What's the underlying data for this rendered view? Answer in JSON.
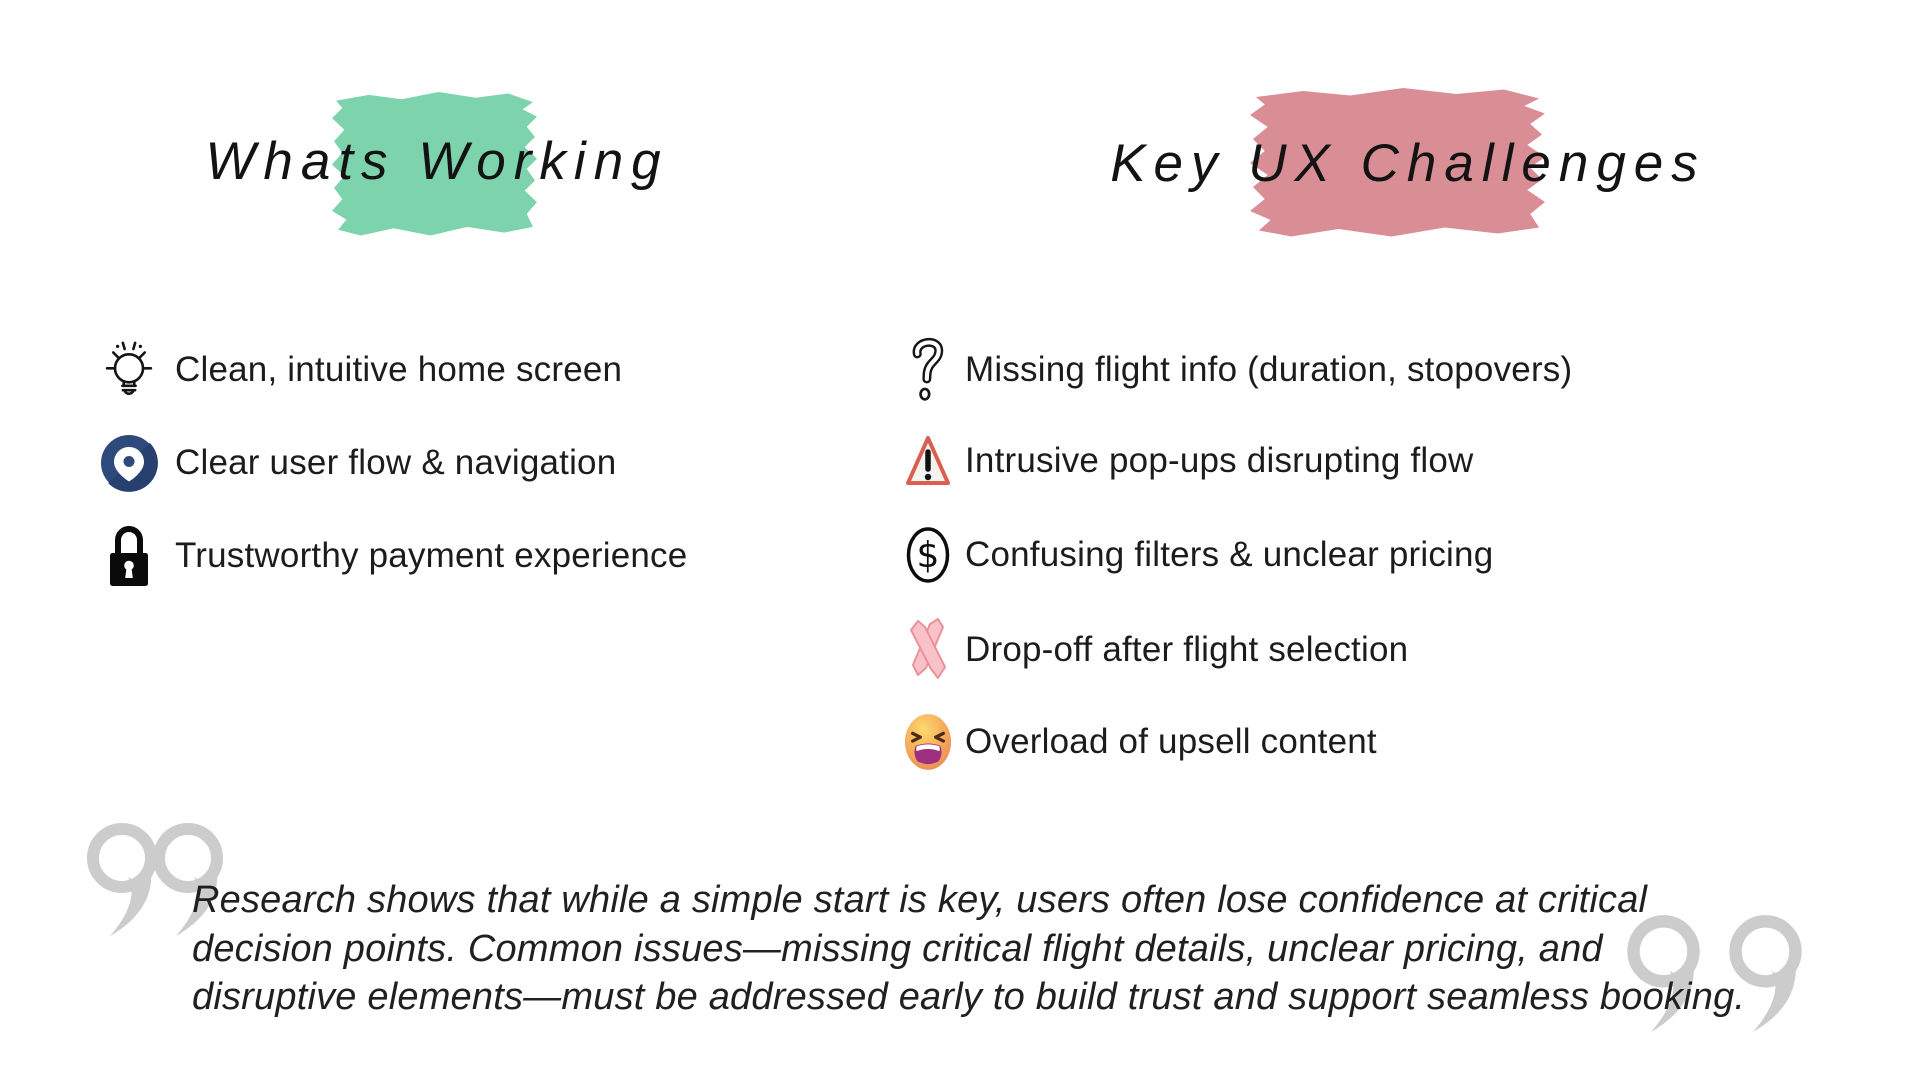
{
  "colors": {
    "highlight_green": "#7dd3ac",
    "highlight_pink": "#d98e95",
    "pin_blue": "#2e4a7c",
    "warning_red": "#d9604f",
    "cross_pink": "#f9c2c8",
    "quote_gray": "#cccccc"
  },
  "columns": {
    "left": {
      "title": "Whats Working",
      "items": [
        {
          "icon": "lightbulb-icon",
          "label": "Clean, intuitive home screen"
        },
        {
          "icon": "location-pin-icon",
          "label": "Clear user flow & navigation"
        },
        {
          "icon": "lock-icon",
          "label": "Trustworthy payment experience"
        }
      ]
    },
    "right": {
      "title": "Key UX Challenges",
      "items": [
        {
          "icon": "question-mark-icon",
          "label": "Missing flight info (duration, stopovers)"
        },
        {
          "icon": "warning-triangle-icon",
          "label": "Intrusive pop-ups disrupting flow"
        },
        {
          "icon": "dollar-circle-icon",
          "label": "Confusing filters & unclear pricing"
        },
        {
          "icon": "cross-mark-icon",
          "label": "Drop-off after flight selection"
        },
        {
          "icon": "tired-face-emoji-icon",
          "label": "Overload of upsell content"
        }
      ]
    }
  },
  "quote": {
    "lines": [
      "Research shows that while a simple start is key, users often lose confidence at critical",
      "decision points. Common issues—missing critical flight details, unclear pricing, and",
      "disruptive elements—must be addressed early to build trust and support seamless booking."
    ]
  },
  "icon_glyphs": {
    "dollar": "$"
  }
}
